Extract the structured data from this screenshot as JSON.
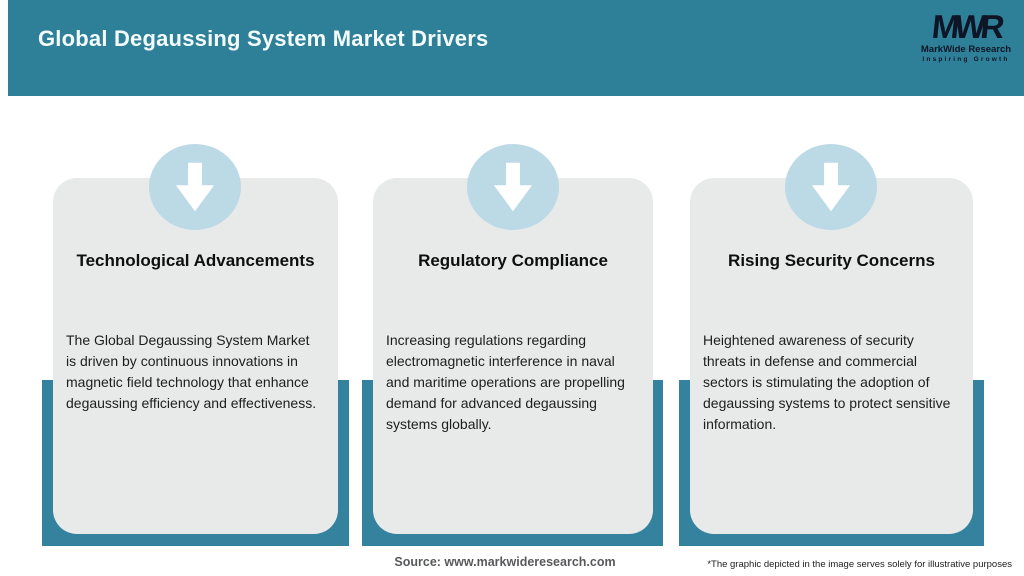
{
  "header": {
    "title": "Global Degaussing System Market Drivers"
  },
  "logo": {
    "monogram": "MWR",
    "name": "MarkWide Research",
    "tagline": "Inspiring Growth"
  },
  "cards": [
    {
      "title": "Technological Advancements",
      "description": "The Global Degaussing System Market is driven by continuous innovations in magnetic field technology that enhance degaussing efficiency and effectiveness."
    },
    {
      "title": "Regulatory Compliance",
      "description": "Increasing regulations regarding electromagnetic interference in naval and maritime operations are propelling demand for advanced degaussing systems globally."
    },
    {
      "title": "Rising Security Concerns",
      "description": "Heightened awareness of security threats in defense and commercial sectors is stimulating the adoption of degaussing systems to protect sensitive information."
    }
  ],
  "footer": {
    "source": "Source: www.markwideresearch.com",
    "disclaimer": "*The graphic depicted in the image serves solely for illustrative purposes"
  },
  "colors": {
    "header_teal": "#2e8098",
    "shadow_teal": "#35829e",
    "circle_blue": "#bcdae6",
    "card_gray": "#e8eaea",
    "logo_dark": "#0e1526"
  }
}
